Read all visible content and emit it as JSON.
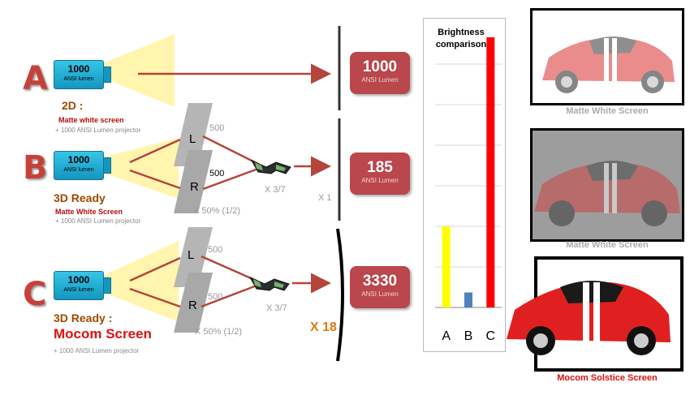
{
  "rows": [
    {
      "letter": "A",
      "projector_value": "1000",
      "projector_unit": "ANSI lumen",
      "title": "2D :",
      "line1": "Matte white screen",
      "line2": "+ 1000 ANSI Lumen projector"
    },
    {
      "letter": "B",
      "projector_value": "1000",
      "projector_unit": "ANSI lumen",
      "title": "3D Ready",
      "line1": "Matte White Screen",
      "line2": "+ 1000 ANSI Lumen projector",
      "screen_L": "L",
      "screen_R": "R",
      "num_top": "500",
      "num_bottom": "500",
      "glasses_factor": "X 3/7",
      "screen_factor": "X 50% (1/2)",
      "multiplier": "X 1"
    },
    {
      "letter": "C",
      "projector_value": "1000",
      "projector_unit": "ANSI lumen",
      "title": "3D Ready :",
      "line1": "Mocom Screen",
      "line2": "+ 1000 ANSI Lumen projector",
      "screen_L": "L",
      "screen_R": "R",
      "num_top": "500",
      "num_bottom": "500",
      "glasses_factor": "X 3/7",
      "screen_factor": "X 50% (1/2)",
      "multiplier": "X 18"
    }
  ],
  "results": [
    {
      "value": "1000",
      "unit": "ANSI Lumen"
    },
    {
      "value": "185",
      "unit": "ANSI Lumen"
    },
    {
      "value": "3330",
      "unit": "ANSI Lumen"
    }
  ],
  "chart_data": {
    "type": "bar",
    "title": "Brightness comparison",
    "categories": [
      "A",
      "B",
      "C"
    ],
    "values": [
      1000,
      185,
      3330
    ],
    "colors": [
      "#ffff00",
      "#4f81bd",
      "#ff0000"
    ],
    "ylim": [
      0,
      3400
    ],
    "grid": true
  },
  "captions": {
    "top": "Matte White Screen",
    "middle": "Matte White Screen",
    "bottom": "Mocom Solstice Screen"
  }
}
